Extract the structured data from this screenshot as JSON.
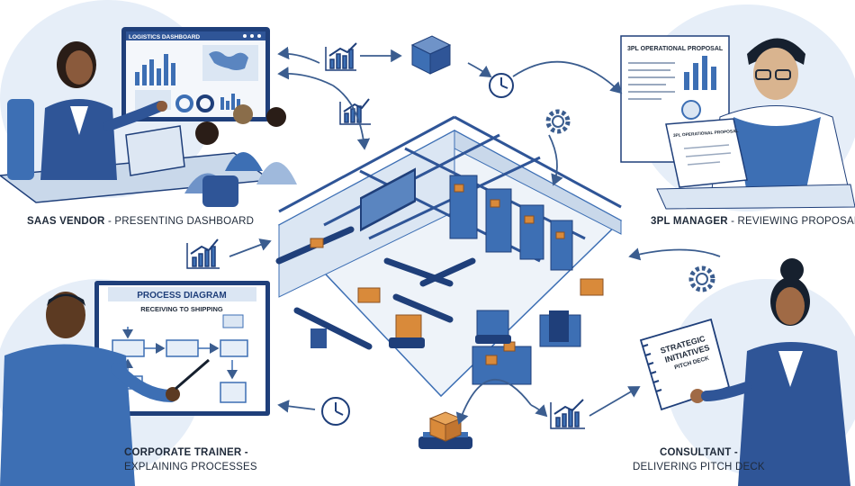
{
  "captions": {
    "saas_role": "SAAS VENDOR",
    "saas_action": "- PRESENTING DASHBOARD",
    "manager_role": "3PL MANAGER",
    "manager_action": "- REVIEWING PROPOSAL",
    "trainer_role": "CORPORATE TRAINER -",
    "trainer_action": "EXPLAINING PROCESSES",
    "consultant_role": "CONSULTANT -",
    "consultant_action": "DELIVERING PITCH DECK"
  },
  "dashboard": {
    "title": "LOGISTICS DASHBOARD"
  },
  "proposal": {
    "title": "3PL OPERATIONAL PROPOSAL",
    "title_small": "3PL OPERATIONAL PROPOSAL"
  },
  "process": {
    "title": "PROCESS DIAGRAM",
    "subtitle": "RECEIVING TO SHIPPING"
  },
  "pitch": {
    "line1": "STRATEGIC",
    "line2": "INITIATIVES",
    "line3": "PITCH DECK"
  },
  "colors": {
    "navy": "#1f3f7a",
    "blue": "#3d6fb4",
    "light_blue": "#dbe6f3",
    "pale": "#eef3f9",
    "orange": "#d98a3a",
    "skin": "#8a5a3c"
  },
  "icons": [
    "chart-icon",
    "box-icon",
    "clock-icon",
    "gear-icon",
    "forklift-icon"
  ]
}
